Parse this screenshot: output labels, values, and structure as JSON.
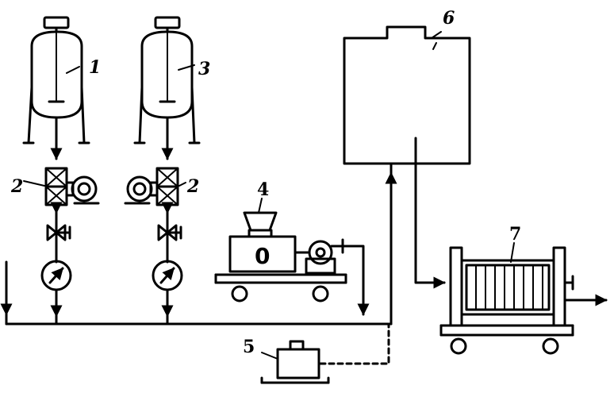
{
  "labels": {
    "tank_1": "1",
    "pump_unit_left": "2",
    "tank_3": "3",
    "pump_unit_right": "2",
    "mixer_4": "4",
    "mixer_dial": "0",
    "pump_5": "5",
    "tank_6": "6",
    "filter_press_7": "7"
  }
}
